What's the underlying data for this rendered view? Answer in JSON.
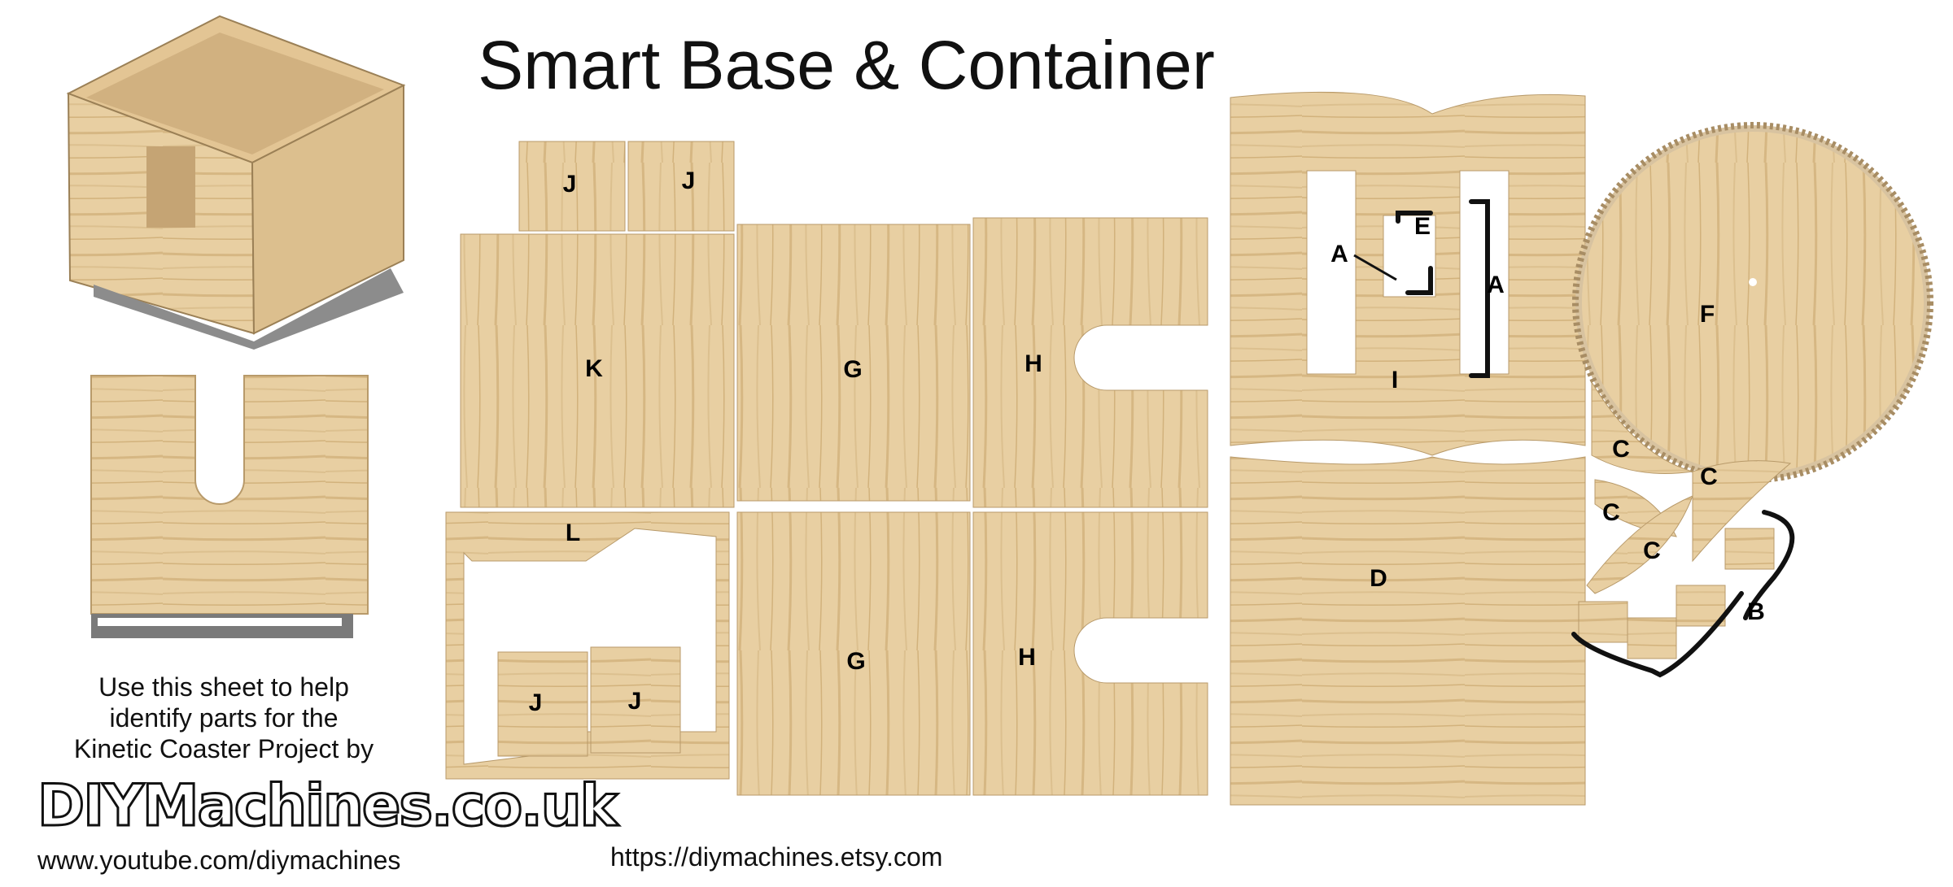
{
  "title": "Smart Base & Container",
  "description_lines": [
    "Use this sheet to help",
    "identify parts for the",
    "Kinetic Coaster Project by"
  ],
  "brand": "DIYMachines.co.uk",
  "youtube_url": "www.youtube.com/diymachines",
  "etsy_url": "https://diymachines.etsy.com",
  "part_labels": {
    "a": "A",
    "b": "B",
    "c": "C",
    "d": "D",
    "e": "E",
    "f": "F",
    "g": "G",
    "h": "H",
    "i": "I",
    "j": "J",
    "k": "K",
    "l": "L"
  },
  "colors": {
    "wood": "#e8cfa2",
    "grain": "#d2b27c",
    "outline": "#b89a6a",
    "text": "#111111"
  }
}
